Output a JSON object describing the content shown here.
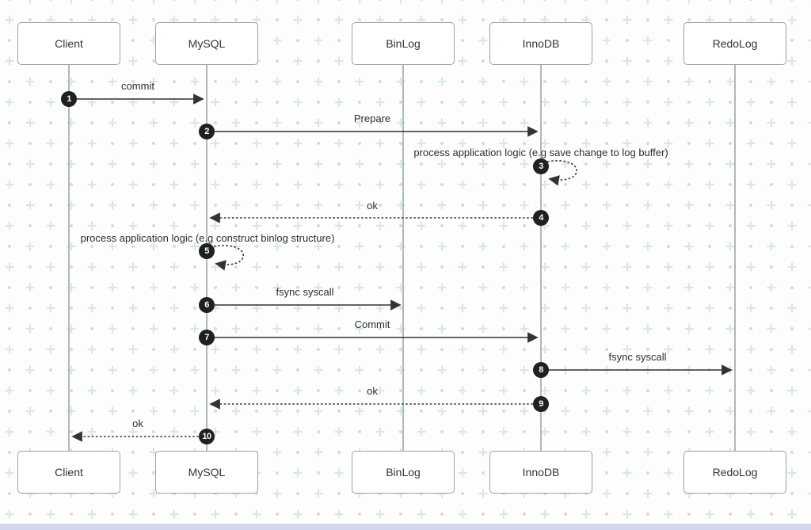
{
  "diagram": {
    "type": "sequence-diagram",
    "participants": [
      {
        "name": "Client"
      },
      {
        "name": "MySQL"
      },
      {
        "name": "BinLog"
      },
      {
        "name": "InnoDB"
      },
      {
        "name": "RedoLog"
      }
    ],
    "messages": [
      {
        "num": "1",
        "from": "Client",
        "to": "MySQL",
        "label": "commit",
        "line": "solid"
      },
      {
        "num": "2",
        "from": "MySQL",
        "to": "InnoDB",
        "label": "Prepare",
        "line": "solid"
      },
      {
        "num": "3",
        "from": "InnoDB",
        "to": "InnoDB",
        "label": "process application logic (e.g save change to log buffer)",
        "line": "dotted-self"
      },
      {
        "num": "4",
        "from": "InnoDB",
        "to": "MySQL",
        "label": "ok",
        "line": "dotted"
      },
      {
        "num": "5",
        "from": "MySQL",
        "to": "MySQL",
        "label": "process application logic (e.g construct binlog structure)",
        "line": "dotted-self"
      },
      {
        "num": "6",
        "from": "MySQL",
        "to": "BinLog",
        "label": "fsync syscall",
        "line": "solid"
      },
      {
        "num": "7",
        "from": "MySQL",
        "to": "InnoDB",
        "label": "Commit",
        "line": "solid"
      },
      {
        "num": "8",
        "from": "InnoDB",
        "to": "RedoLog",
        "label": "fsync syscall",
        "line": "solid"
      },
      {
        "num": "9",
        "from": "InnoDB",
        "to": "MySQL",
        "label": "ok",
        "line": "dotted"
      },
      {
        "num": "10",
        "from": "MySQL",
        "to": "Client",
        "label": "ok",
        "line": "dotted"
      }
    ],
    "colors": {
      "arrow": "#333333",
      "lifeline": "#abafaf",
      "box_border": "#9ba1a6",
      "badge_bg": "#1f2121",
      "pattern_plus": "#d6e9e2",
      "pattern_dot": "#d9dadb",
      "bottom_bar": "#d2d7ee"
    }
  }
}
